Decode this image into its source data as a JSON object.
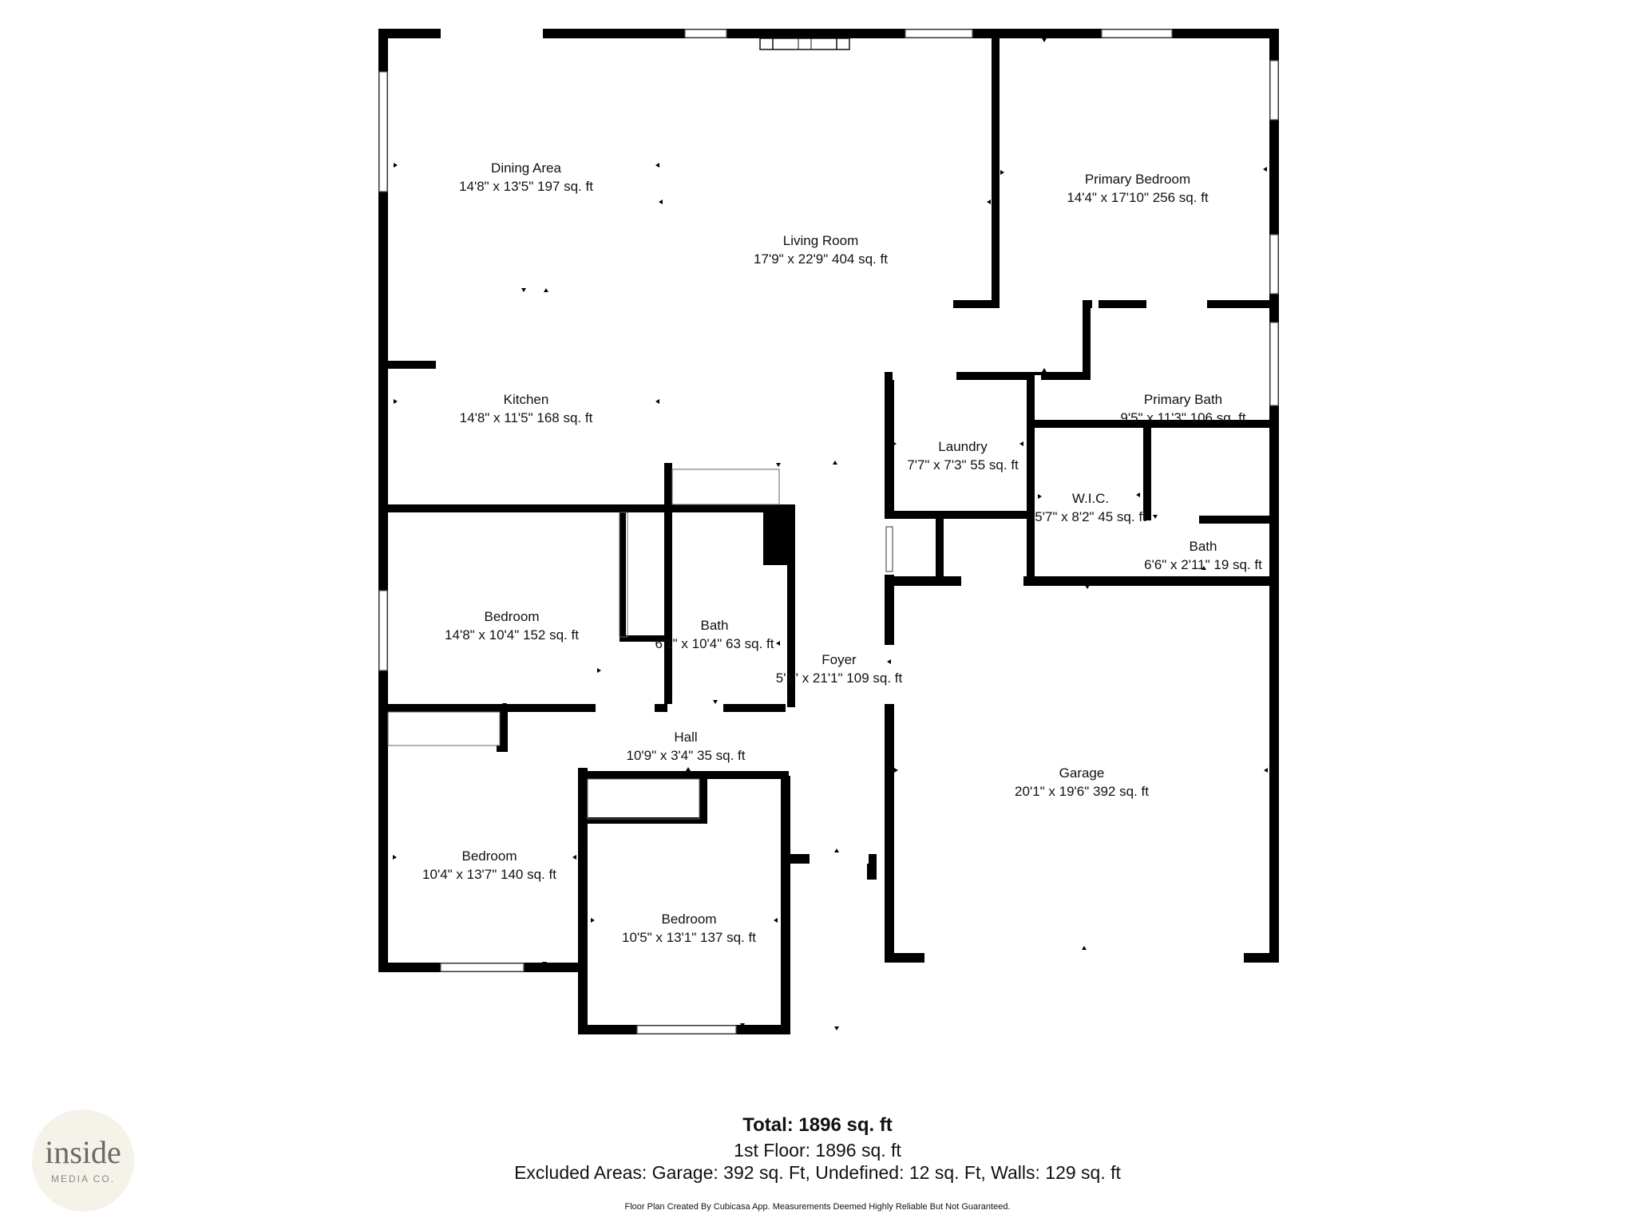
{
  "rooms": [
    {
      "id": "dining",
      "name": "Dining Area",
      "dims": "14'8\" x 13'5\" 197 sq. ft"
    },
    {
      "id": "living",
      "name": "Living Room",
      "dims": "17'9\" x 22'9\" 404 sq. ft"
    },
    {
      "id": "primary-bedroom",
      "name": "Primary Bedroom",
      "dims": "14'4\" x 17'10\" 256 sq. ft"
    },
    {
      "id": "kitchen",
      "name": "Kitchen",
      "dims": "14'8\" x 11'5\" 168 sq. ft"
    },
    {
      "id": "primary-bath",
      "name": "Primary Bath",
      "dims": "9'5\" x 11'3\" 106 sq. ft"
    },
    {
      "id": "laundry",
      "name": "Laundry",
      "dims": "7'7\" x 7'3\" 55 sq. ft"
    },
    {
      "id": "wic",
      "name": "W.I.C.",
      "dims": "5'7\" x 8'2\" 45 sq. ft"
    },
    {
      "id": "bath-small",
      "name": "Bath",
      "dims": "6'6\" x 2'11\" 19 sq. ft"
    },
    {
      "id": "bedroom-1",
      "name": "Bedroom",
      "dims": "14'8\" x 10'4\" 152 sq. ft"
    },
    {
      "id": "bath-hall",
      "name": "Bath",
      "dims": "6'1\" x 10'4\" 63 sq. ft"
    },
    {
      "id": "foyer",
      "name": "Foyer",
      "dims": "5'1\" x 21'1\" 109 sq. ft"
    },
    {
      "id": "hall",
      "name": "Hall",
      "dims": "10'9\" x 3'4\" 35 sq. ft"
    },
    {
      "id": "garage",
      "name": "Garage",
      "dims": "20'1\" x 19'6\" 392 sq. ft"
    },
    {
      "id": "bedroom-2",
      "name": "Bedroom",
      "dims": "10'4\" x 13'7\" 140 sq. ft"
    },
    {
      "id": "bedroom-3",
      "name": "Bedroom",
      "dims": "10'5\" x 13'1\" 137 sq. ft"
    }
  ],
  "summary": {
    "total": "Total: 1896 sq. ft",
    "floor": "1st Floor: 1896 sq. ft",
    "excluded": "Excluded Areas: Garage: 392 sq. Ft, Undefined: 12 sq. Ft, Walls: 129 sq. ft",
    "credit": "Floor Plan Created By Cubicasa App. Measurements Deemed Highly Reliable But Not Guaranteed."
  },
  "logo": {
    "main": "inside",
    "sub": "MEDIA CO."
  },
  "colors": {
    "wall": "#000000",
    "background": "#ffffff",
    "logo_bg": "#f5f2ea"
  },
  "icons": [
    "logo-badge-icon",
    "window-icon",
    "fireplace-icon",
    "dimension-tick-icon"
  ]
}
